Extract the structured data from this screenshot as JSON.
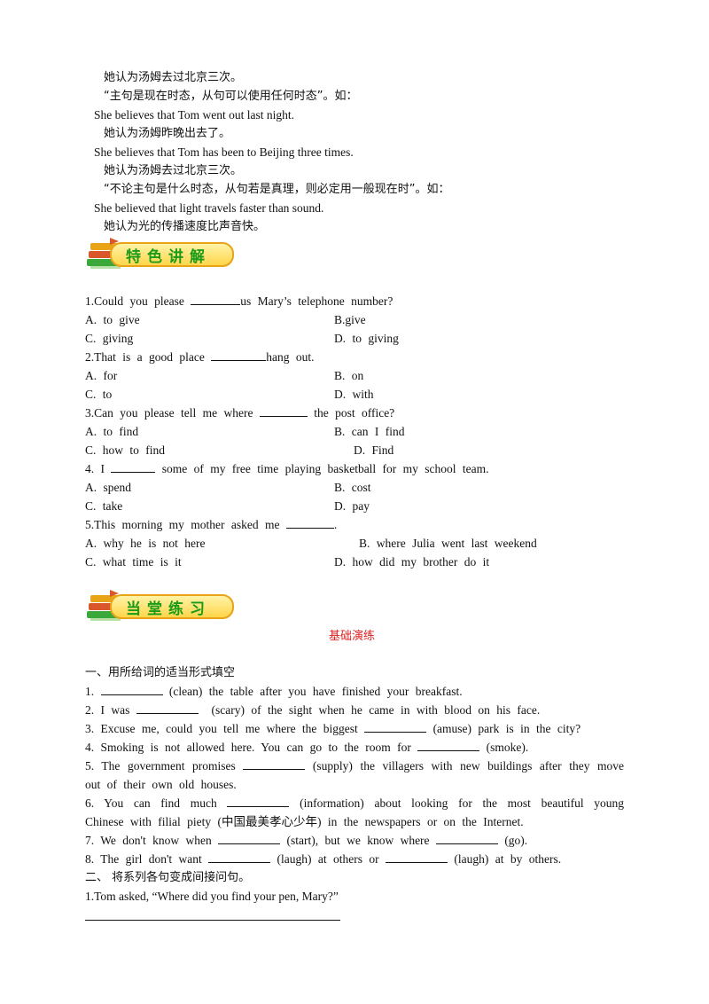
{
  "intro": {
    "l1": "她认为汤姆去过北京三次。",
    "l2": "“主句是现在时态，从句可以使用任何时态”。如：",
    "l3": "She believes that Tom went out last night.",
    "l4": "她认为汤姆昨晚出去了。",
    "l5": "She believes that Tom has been to Beijing three times.",
    "l6": "她认为汤姆去过北京三次。",
    "l7": "“不论主句是什么时态，从句若是真理，则必定用一般现在时”。如：",
    "l8": "She believed that light travels faster than sound.",
    "l9": "她认为光的传播速度比声音快。"
  },
  "banner1": {
    "title": "特色讲解",
    "icon": "books-icon"
  },
  "banner2": {
    "title": "当堂练习",
    "icon": "books-icon"
  },
  "mcq": {
    "q1": {
      "a": "1.Could you please",
      "b": "us Mary’s telephone number?",
      "o1": "A. to give",
      "o2": "B.give",
      "o3": "C. giving",
      "o4": "D. to giving"
    },
    "q2": {
      "a": "2.That is a good place",
      "b": "hang out.",
      "o1": "A. for",
      "o2": "B. on",
      "o3": "C. to",
      "o4": "D. with"
    },
    "q3": {
      "a": "3.Can you please tell me where",
      "b": "the post office?",
      "o1": "A. to find",
      "o2": "B. can I find",
      "o3": "C. how to find",
      "o4": "D. Find"
    },
    "q4": {
      "a": "4. I",
      "b": "some of my free time playing basketball for my school team.",
      "o1": "A. spend",
      "o2": "B. cost",
      "o3": "C. take",
      "o4": "D. pay"
    },
    "q5": {
      "a": "5.This morning my mother asked me",
      "b": ".",
      "o1": "A. why he is not here",
      "o2": "B. where Julia went last weekend",
      "o3": "C. what time is it",
      "o4": "D. how did my brother do it"
    }
  },
  "practice": {
    "heading": "基础演练",
    "sec1": "一、用所给词的适当形式填空",
    "f1": {
      "a": "1.",
      "b": "(clean) the table after you have finished your breakfast."
    },
    "f2": {
      "a": "2. I was",
      "b": "(scary) of the sight when he came in with blood on his face."
    },
    "f3": {
      "a": "3. Excuse me, could you tell me where the biggest",
      "b": "(amuse) park is in the city?"
    },
    "f4": {
      "a": "4. Smoking is not allowed here. You can go to the room for",
      "b": "(smoke)."
    },
    "f5": {
      "a": "5. The government promises",
      "b": "(supply) the villagers with new buildings after they move",
      "c": "out of their own old houses."
    },
    "f6": {
      "a": "6. You can find much",
      "b": "(information) about looking for the most beautiful young",
      "c": "Chinese with filial piety (中国最美孝心少年) in the newspapers or on the Internet."
    },
    "f7": {
      "a": "7. We don't know when",
      "b": "(start), but we know where",
      "c": "(go)."
    },
    "f8": {
      "a": "8. The girl don't want",
      "b": "(laugh) at others or",
      "c": "(laugh) at by others."
    },
    "sec2": "二、 将系列各句变成间接问句。",
    "q1": "1.Tom asked, “Where did you find your pen, Mary?”"
  }
}
